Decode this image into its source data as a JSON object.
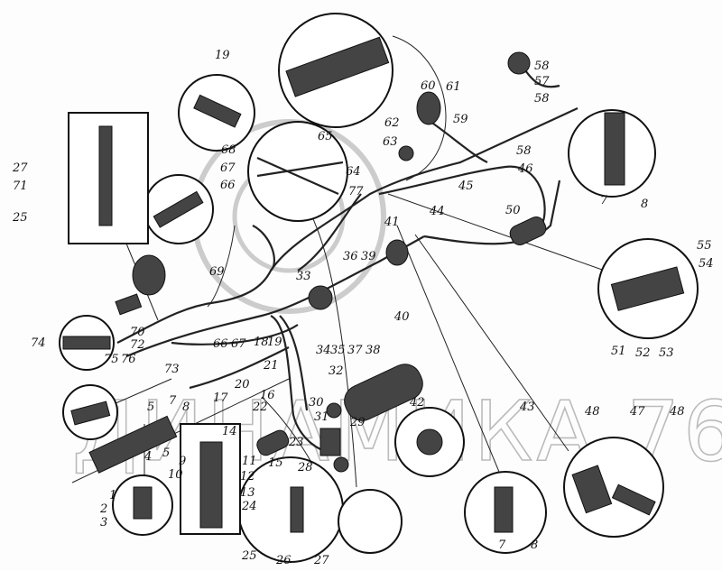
{
  "watermark": {
    "text": "ДИНАМИКА 76"
  },
  "labels": [
    "19",
    "68",
    "65",
    "67",
    "66",
    "64",
    "77",
    "60",
    "61",
    "62",
    "63",
    "59",
    "58",
    "57",
    "58",
    "58",
    "46",
    "45",
    "44",
    "50",
    "41",
    "36",
    "39",
    "40",
    "55",
    "54",
    "51",
    "52",
    "53",
    "7",
    "8",
    "27",
    "71",
    "25",
    "69",
    "33",
    "34",
    "35",
    "37",
    "38",
    "66",
    "67",
    "18",
    "19",
    "70",
    "72",
    "74",
    "75",
    "76",
    "73",
    "32",
    "21",
    "20",
    "16",
    "22",
    "17",
    "30",
    "31",
    "23",
    "29",
    "42",
    "43",
    "48",
    "47",
    "48",
    "5",
    "7",
    "8",
    "4",
    "5",
    "9",
    "10",
    "11",
    "12",
    "13",
    "24",
    "14",
    "15",
    "28",
    "1",
    "2",
    "3",
    "25",
    "26",
    "27",
    "7",
    "8"
  ]
}
